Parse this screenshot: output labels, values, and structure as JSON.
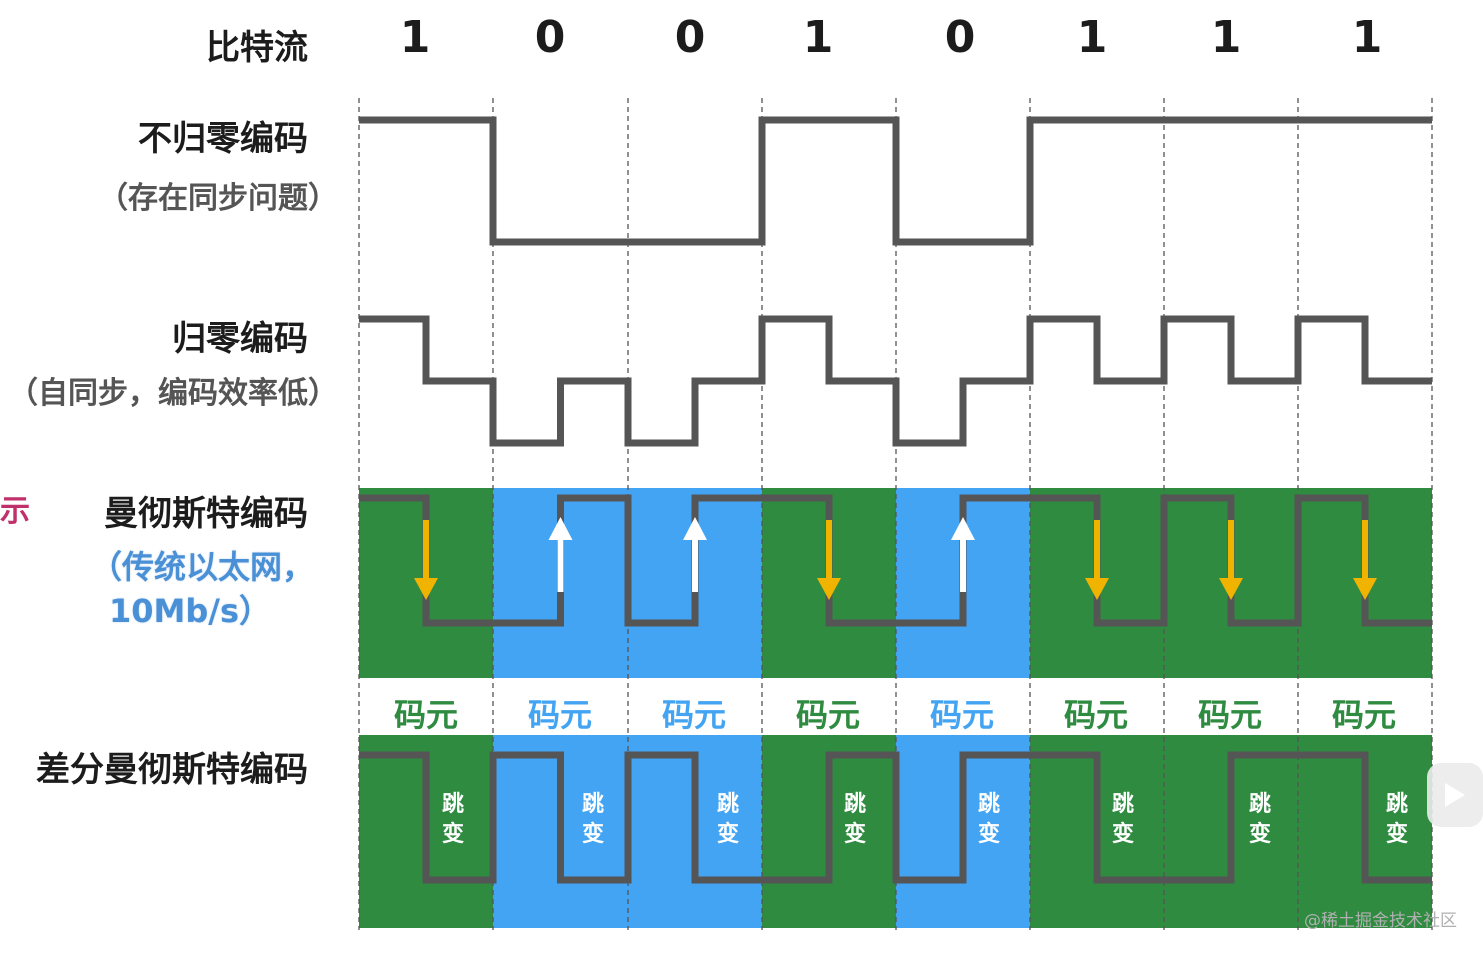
{
  "header": {
    "bitstream_label": "比特流"
  },
  "bits": [
    "1",
    "0",
    "0",
    "1",
    "0",
    "1",
    "1",
    "1"
  ],
  "rows": {
    "nrz": {
      "title": "不归零编码",
      "note": "（存在同步问题）"
    },
    "rz": {
      "title": "归零编码",
      "note": "（自同步，编码效率低）"
    },
    "manchester": {
      "title": "曼彻斯特编码",
      "note_line1": "（传统以太网，",
      "note_line2": "10Mb/s）",
      "side_mark": "示"
    },
    "diff_manchester": {
      "title": "差分曼彻斯特编码"
    }
  },
  "code_unit_label": "码元",
  "jump_label": {
    "char1": "跳",
    "char2": "变"
  },
  "watermark": "@稀土掘金技术社区",
  "colors": {
    "green": "#2e8b40",
    "blue": "#42a4f2",
    "signal": "#555555",
    "arrow_down": "#f0b400",
    "arrow_up": "#ffffff",
    "dashed": "#555555"
  }
}
